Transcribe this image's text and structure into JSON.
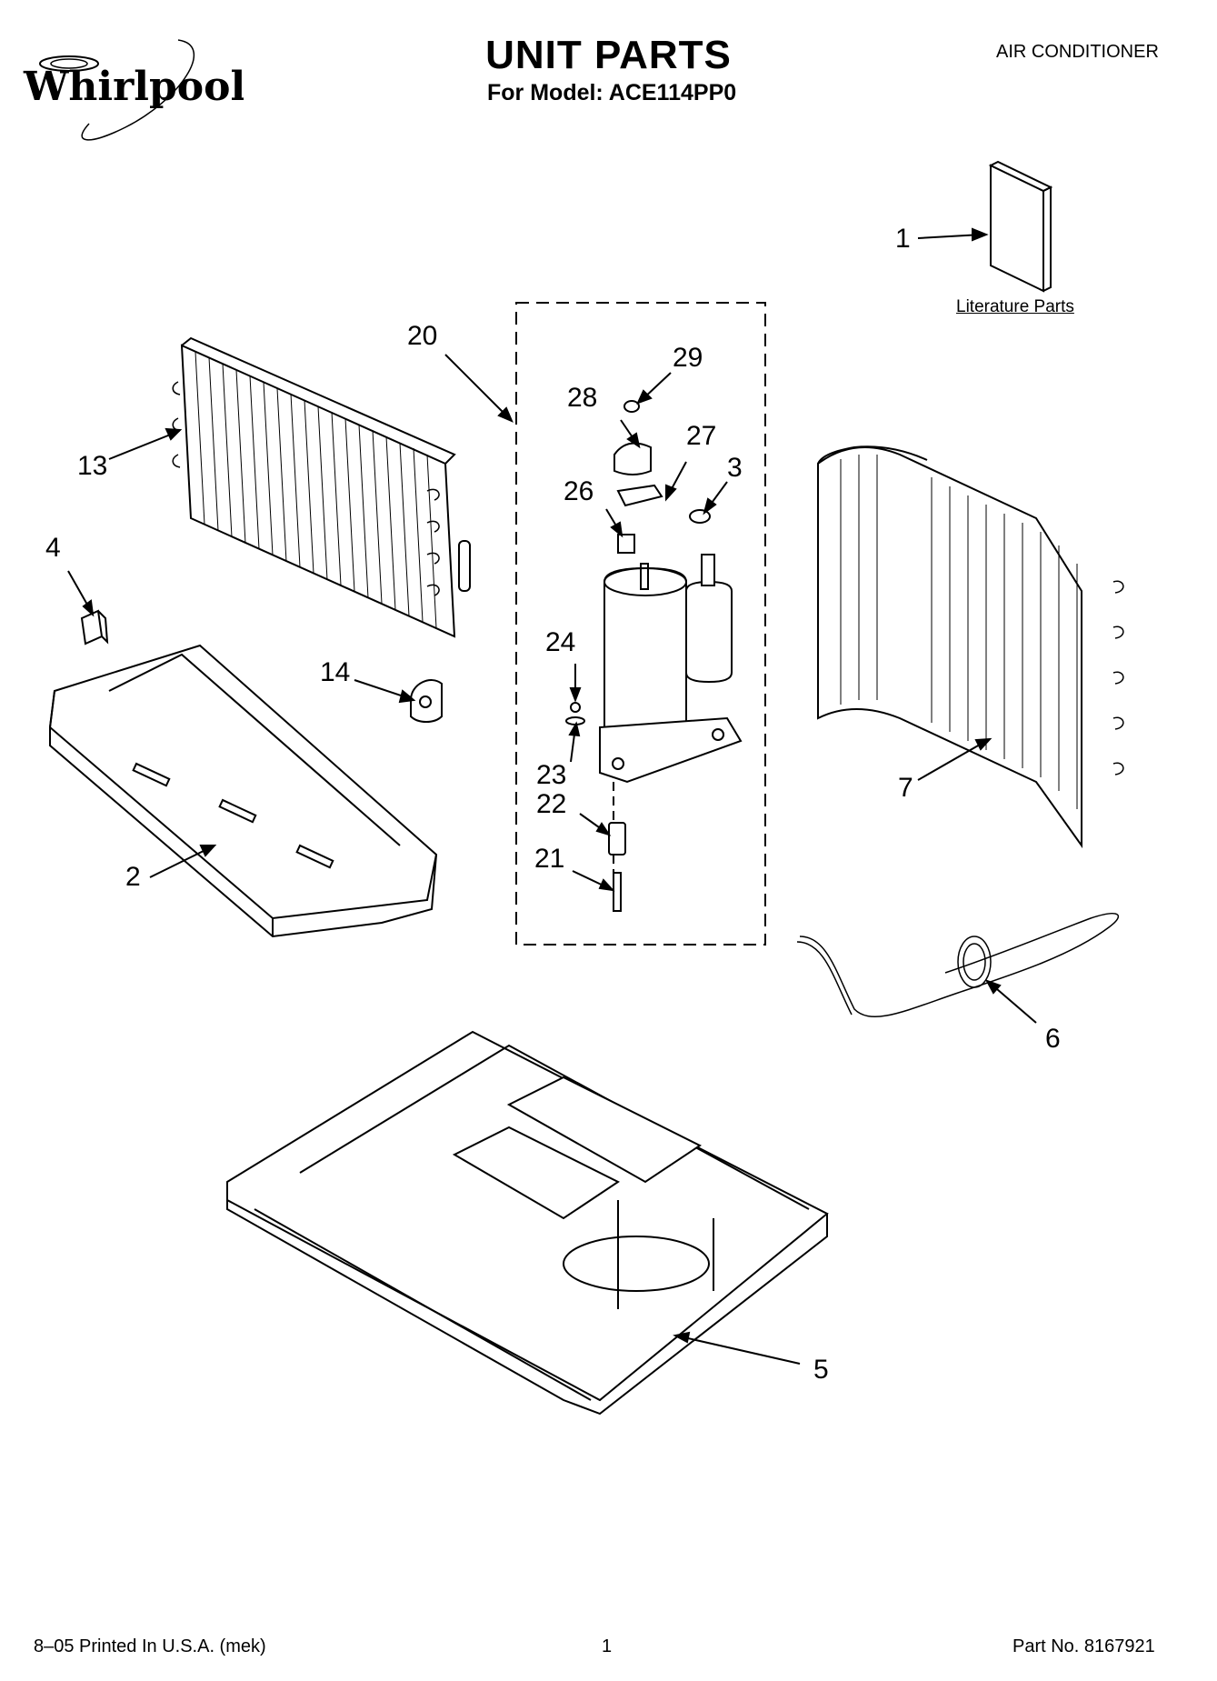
{
  "header": {
    "brand": "Whirlpool",
    "title": "UNIT PARTS",
    "subtitle": "For Model: ACE114PP0",
    "product": "AIR CONDITIONER"
  },
  "diagram": {
    "callouts": [
      {
        "id": "c1",
        "label": "1"
      },
      {
        "id": "c2",
        "label": "2"
      },
      {
        "id": "c3",
        "label": "3"
      },
      {
        "id": "c4",
        "label": "4"
      },
      {
        "id": "c5",
        "label": "5"
      },
      {
        "id": "c6",
        "label": "6"
      },
      {
        "id": "c7",
        "label": "7"
      },
      {
        "id": "c13",
        "label": "13"
      },
      {
        "id": "c14",
        "label": "14"
      },
      {
        "id": "c20",
        "label": "20"
      },
      {
        "id": "c21",
        "label": "21"
      },
      {
        "id": "c22",
        "label": "22"
      },
      {
        "id": "c23",
        "label": "23"
      },
      {
        "id": "c24",
        "label": "24"
      },
      {
        "id": "c26",
        "label": "26"
      },
      {
        "id": "c27",
        "label": "27"
      },
      {
        "id": "c28",
        "label": "28"
      },
      {
        "id": "c29",
        "label": "29"
      }
    ],
    "literature_label": "Literature Parts"
  },
  "footer": {
    "print_info": "8–05 Printed In U.S.A. (mek)",
    "page": "1",
    "part_no": "Part No. 8167921"
  }
}
